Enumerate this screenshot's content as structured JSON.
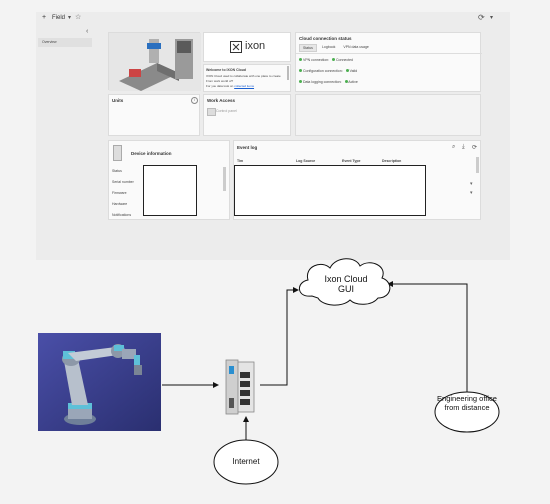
{
  "ui": {
    "breadcrumb": "Field",
    "sidebar": {
      "items": [
        {
          "label": "Overview"
        }
      ]
    },
    "brand": {
      "logo_text": "ixon"
    },
    "welcome": {
      "title": "Welcome to IXON Cloud",
      "line1": "IXON Cloud used to collaborate with one place to create",
      "line2": "From work world of?",
      "line3_prefix": "For you data look on ",
      "line3_link": "collected items"
    },
    "cloud_status": {
      "title": "Cloud connection status",
      "tabs": [
        "Status",
        "Logbook",
        "VPN data usage"
      ],
      "rows": [
        {
          "label": "VPN connection:",
          "value": "Connected"
        },
        {
          "label": "Configuration connection:",
          "value": "Valid"
        },
        {
          "label": "Data logging connection:",
          "value": "Active"
        }
      ]
    },
    "units": {
      "title": "Units"
    },
    "work_access": {
      "title": "Work Access",
      "item": "Control panel"
    },
    "device_info": {
      "title": "Device information",
      "rows": [
        "Status",
        "Serial number",
        "Firmware",
        "Hardware",
        "Notifications"
      ]
    },
    "event_log": {
      "title": "Event log",
      "columns": [
        "Tim",
        "Log Source",
        "Event Type",
        "Description"
      ]
    }
  },
  "diagram": {
    "cloud": "Ixon Cloud GUI",
    "internet": "Internet",
    "office": "Engineering office from distance"
  },
  "colors": {
    "accent": "#4caf50",
    "robot_bg": "#3a3f8f"
  }
}
